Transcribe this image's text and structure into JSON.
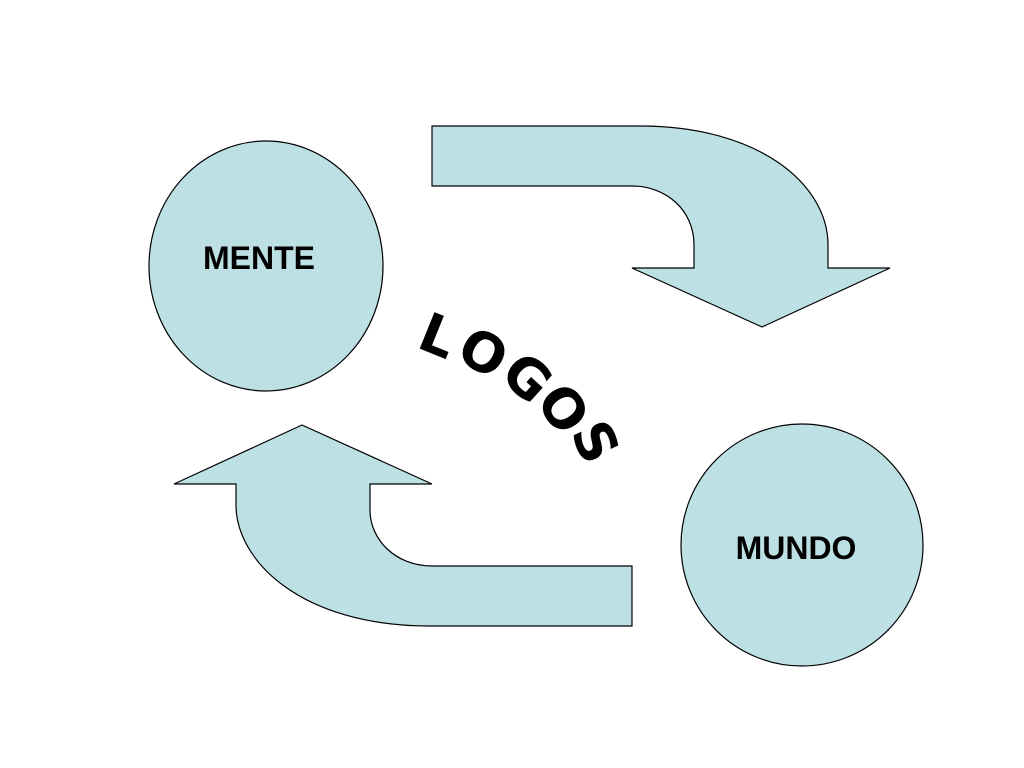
{
  "diagram": {
    "colors": {
      "fill": "#bde0e4",
      "stroke": "#000000",
      "text": "#000000"
    },
    "nodes": {
      "mente": {
        "label": "MENTE"
      },
      "mundo": {
        "label": "MUNDO"
      }
    },
    "center_word": {
      "letters": [
        "L",
        "O",
        "G",
        "O",
        "S"
      ]
    }
  }
}
